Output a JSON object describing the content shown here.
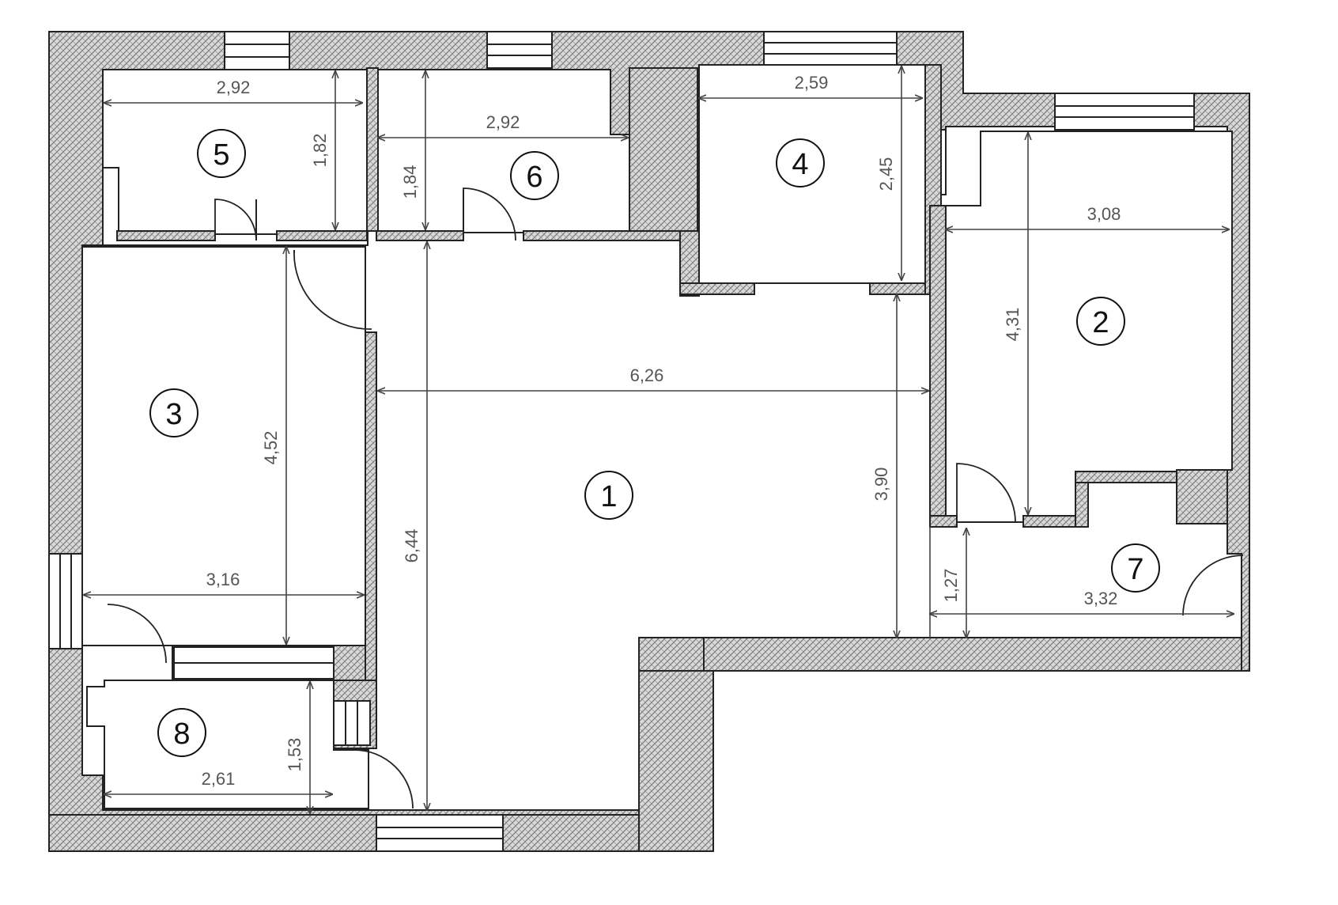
{
  "rooms": [
    {
      "id": "room-1",
      "label": "1"
    },
    {
      "id": "room-2",
      "label": "2"
    },
    {
      "id": "room-3",
      "label": "3"
    },
    {
      "id": "room-4",
      "label": "4"
    },
    {
      "id": "room-5",
      "label": "5"
    },
    {
      "id": "room-6",
      "label": "6"
    },
    {
      "id": "room-7",
      "label": "7"
    },
    {
      "id": "room-8",
      "label": "8"
    }
  ],
  "dimensions": {
    "room5_width": "2,92",
    "room5_height": "1,82",
    "room6_width": "2,92",
    "room6_height": "1,84",
    "room4_width": "2,59",
    "room4_height": "2,45",
    "room2_width": "3,08",
    "room2_height": "4,31",
    "room1_width": "6,26",
    "room1_height": "6,44",
    "room1_right_height": "3,90",
    "room3_height": "4,52",
    "room3_width": "3,16",
    "room8_width": "2,61",
    "room8_height": "1,53",
    "room7_width": "3,32",
    "room7_height": "1,27"
  },
  "colors": {
    "wall_stroke": "#222222",
    "hatch": "#8a8a8a",
    "background": "#ffffff"
  }
}
